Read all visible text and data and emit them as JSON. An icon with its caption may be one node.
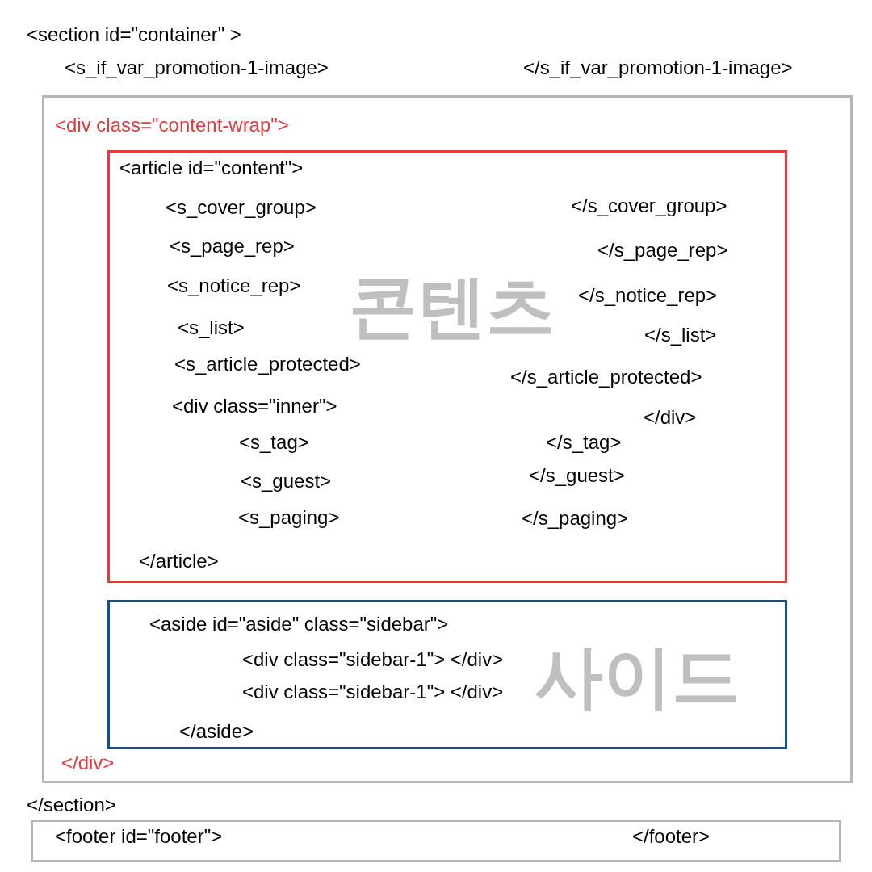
{
  "diagram": {
    "nodes": [
      {
        "text": [
          "<div class=\"content-wrap\">",
          "</div>"
        ]
      },
      {
        "text": [
          "<article id=\"content\">",
          "<s_cover_group>",
          "</s_cover_group>",
          "<s_page_rep>",
          "</s_page_rep>",
          "<s_notice_rep>",
          "</s_notice_rep>",
          "<s_list>",
          "</s_list>",
          "<s_article_protected>",
          "</s_article_protected>",
          "<div class=\"inner\">",
          "</div>",
          "<s_tag>",
          "</s_tag>",
          "<s_guest>",
          "</s_guest>",
          "<s_paging>",
          "</s_paging>",
          "</article>",
          "콘텐츠"
        ],
        "in": 0
      },
      {
        "text": [
          "<aside id=\"aside\" class=\"sidebar\">",
          "<div class=\"sidebar-1\"> </div>",
          "<div class=\"sidebar-1\"> </div>",
          "</aside>",
          "사이드"
        ],
        "in": 0
      },
      {
        "text": [
          "<footer id=\"footer\">",
          "</footer>"
        ]
      }
    ],
    "labels": [
      "<section id=\"container\" >",
      "<s_if_var_promotion-1-image>",
      "</s_if_var_promotion-1-image>",
      "</section>"
    ]
  }
}
